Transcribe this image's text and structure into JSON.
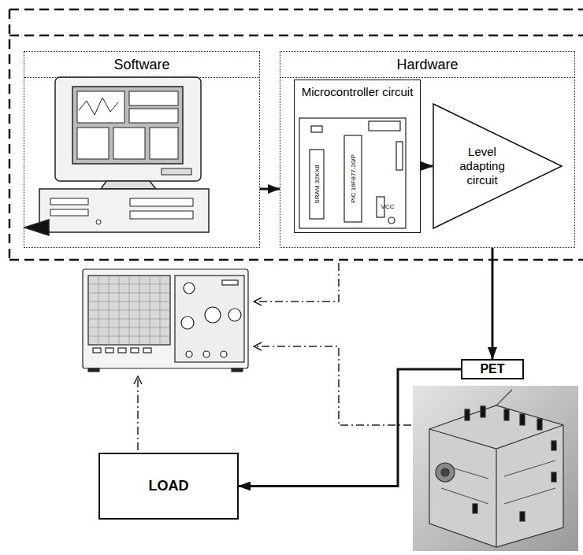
{
  "diagram": {
    "nodes": [
      {
        "text": [
          "Software"
        ]
      },
      {
        "text": [
          "Hardware"
        ]
      },
      {
        "text": [
          "Microcontroller circuit"
        ],
        "in": 1
      },
      {
        "text": [
          "Level adapting circuit"
        ],
        "in": 1
      },
      {
        "text": [
          "PET"
        ]
      },
      {
        "text": [
          "LOAD"
        ]
      }
    ],
    "edges": [
      {
        "from": 0,
        "to": 1,
        "arrow": "to"
      },
      {
        "from": 2,
        "to": 3,
        "arrow": "to"
      },
      {
        "from": 1,
        "to": 4,
        "arrow": "to"
      },
      {
        "from": 4,
        "to": 5,
        "arrow": "to"
      }
    ],
    "labels": [
      "SRAM 32KX8",
      "PIC 16F877-20/P",
      "VCC"
    ]
  }
}
